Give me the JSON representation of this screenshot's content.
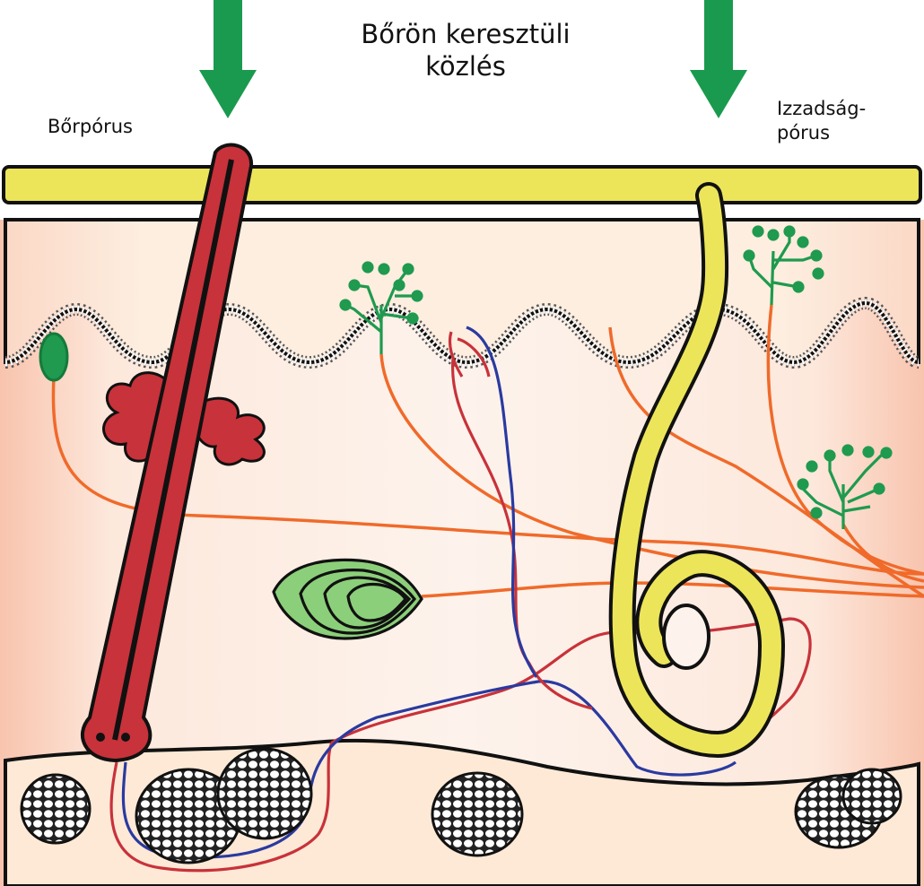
{
  "title": {
    "line1": "Bőrön keresztüli",
    "line2": "közlés"
  },
  "labels": {
    "skin_pore": "Bőrpórus",
    "sweat_pore_line1": "Izzadság-",
    "sweat_pore_line2": "pórus"
  },
  "colors": {
    "arrow": "#1a9a4e",
    "epidermis": "#ece55a",
    "hair": "#c8323a",
    "nerve": "#f06a2a",
    "vein": "#2a3aa0",
    "artery": "#c8323a",
    "receptor": "#1f9a4e",
    "pacinian": "#8ccf7a",
    "dermis": "#fdf0e6",
    "outline": "#111111"
  },
  "icons": [
    "arrow-down-icon",
    "hair-follicle-icon",
    "sweat-gland-icon",
    "pacinian-corpuscle-icon",
    "fat-cell-cluster-icon"
  ]
}
